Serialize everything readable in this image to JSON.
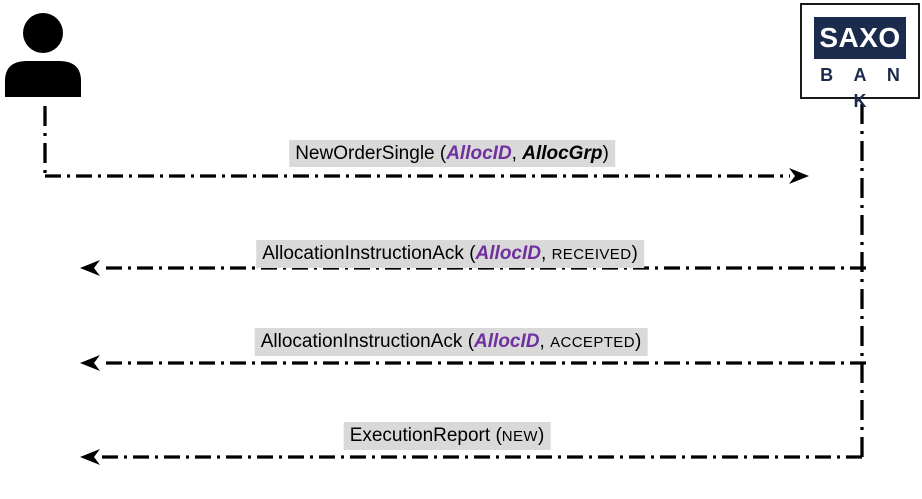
{
  "diagram": {
    "title_hint": "FIX message sequence between client and Saxo Bank",
    "client": {
      "icon": "person-silhouette"
    },
    "bank_logo": {
      "line1": "SAXO",
      "line2": "B A N K",
      "navy": "#1B2B4D"
    },
    "colors": {
      "label_bg": "#D9D9D9",
      "field_purple": "#7030A0",
      "line": "#000000"
    },
    "messages": [
      {
        "id": "new-order-single",
        "direction": "client-to-bank",
        "segments": [
          {
            "t": "NewOrderSingle ("
          },
          {
            "t": "AllocID",
            "s": "purple-bold-italic"
          },
          {
            "t": ", "
          },
          {
            "t": "AllocGrp",
            "s": "bold-italic"
          },
          {
            "t": ")"
          }
        ]
      },
      {
        "id": "allocation-instruction-ack-received",
        "direction": "bank-to-client",
        "segments": [
          {
            "t": "AllocationInstructionAck ("
          },
          {
            "t": "AllocID",
            "s": "purple-bold-italic"
          },
          {
            "t": ", "
          },
          {
            "t": "RECEIVED",
            "s": "smallcaps"
          },
          {
            "t": ")"
          }
        ]
      },
      {
        "id": "allocation-instruction-ack-accepted",
        "direction": "bank-to-client",
        "segments": [
          {
            "t": "AllocationInstructionAck ("
          },
          {
            "t": "AllocID",
            "s": "purple-bold-italic"
          },
          {
            "t": ", "
          },
          {
            "t": "ACCEPTED",
            "s": "smallcaps"
          },
          {
            "t": ")"
          }
        ]
      },
      {
        "id": "execution-report-new",
        "direction": "bank-to-client",
        "segments": [
          {
            "t": "ExecutionReport ("
          },
          {
            "t": "NEW",
            "s": "smallcaps"
          },
          {
            "t": ")"
          }
        ]
      }
    ]
  }
}
